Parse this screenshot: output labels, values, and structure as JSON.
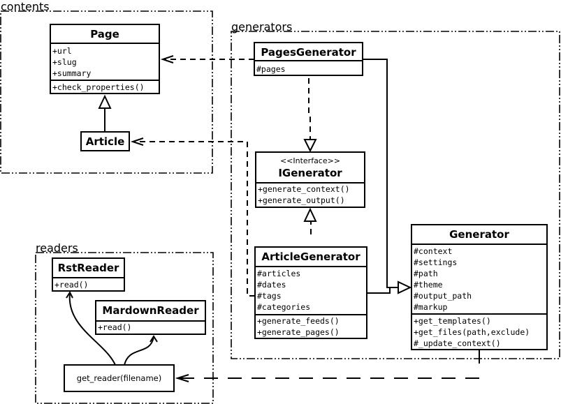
{
  "packages": {
    "contents": "contents",
    "generators": "generators",
    "readers": "readers"
  },
  "classes": {
    "page": {
      "name": "Page",
      "attributes": [
        "+url",
        "+slug",
        "+summary"
      ],
      "methods": [
        "+check_properties()"
      ]
    },
    "article": {
      "name": "Article"
    },
    "pages_generator": {
      "name": "PagesGenerator",
      "attributes": [
        "#pages"
      ]
    },
    "igenerator": {
      "stereotype": "<<Interface>>",
      "name": "IGenerator",
      "methods": [
        "+generate_context()",
        "+generate_output()"
      ]
    },
    "article_generator": {
      "name": "ArticleGenerator",
      "attributes": [
        "#articles",
        "#dates",
        "#tags",
        "#categories"
      ],
      "methods": [
        "+generate_feeds()",
        "+generate_pages()"
      ]
    },
    "generator": {
      "name": "Generator",
      "attributes": [
        "#context",
        "#settings",
        "#path",
        "#theme",
        "#output_path",
        "#markup"
      ],
      "methods": [
        "+get_templates()",
        "+get_files(path,exclude)",
        "#_update_context()"
      ]
    },
    "rst_reader": {
      "name": "RstReader",
      "methods": [
        "+read()"
      ]
    },
    "markdown_reader": {
      "name": "MardownReader",
      "methods": [
        "+read()"
      ]
    },
    "get_reader": {
      "name": "get_reader(filename)"
    }
  }
}
